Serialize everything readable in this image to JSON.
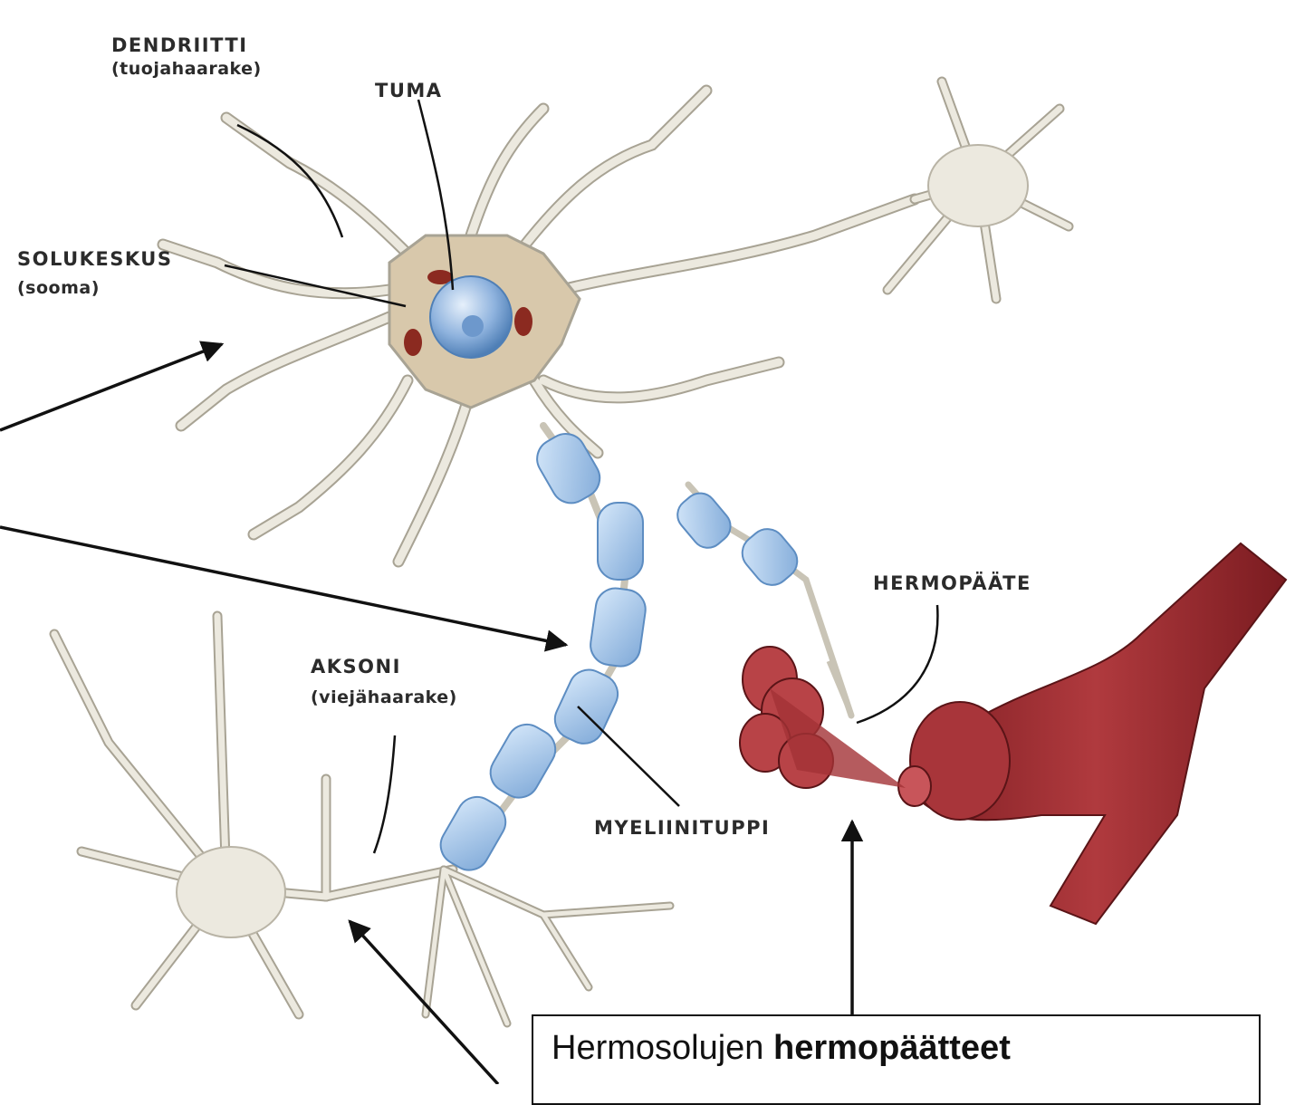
{
  "labels": {
    "dendrite": {
      "main": "DENDRIITTI",
      "sub": "(tuojahaarake)"
    },
    "nucleus": {
      "main": "TUMA"
    },
    "soma": {
      "main": "SOLUKESKUS",
      "sub": "(sooma)"
    },
    "axon": {
      "main": "AKSONI",
      "sub": "(viejähaarake)"
    },
    "myelin": {
      "main": "MYELIINITUPPI"
    },
    "nerve_ending": {
      "main": "HERMOPÄÄTE"
    }
  },
  "callout": {
    "text_plain": "Hermosolujen ",
    "text_bold": "hermopäätteet"
  },
  "colors": {
    "neuron": "#e9e6dc",
    "neuron_outline": "#9e9a8c",
    "soma_core": "#c9b89a",
    "nucleus": "#8fb3de",
    "myelin": "#a9cbee",
    "muscle": "#9c2a2e",
    "arrow": "#111111"
  }
}
